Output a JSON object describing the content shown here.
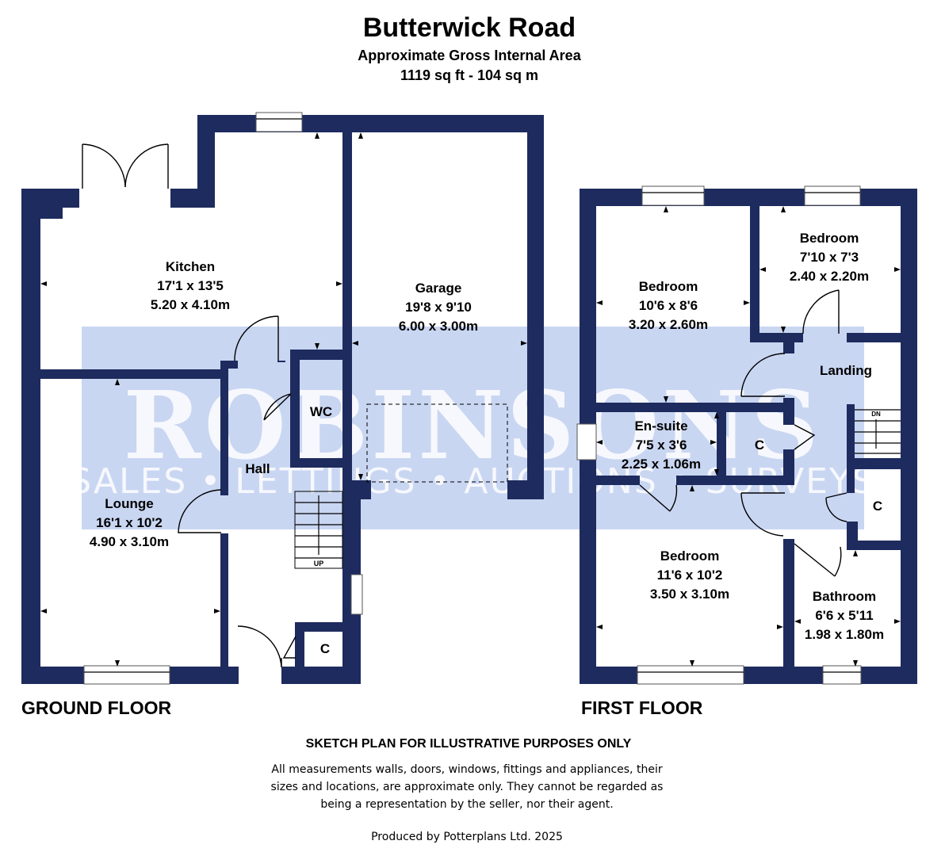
{
  "header": {
    "title": "Butterwick Road",
    "subtitle": "Approximate Gross Internal Area",
    "area": "1119 sq ft - 104 sq m"
  },
  "watermark": {
    "brand": "ROBINSONS",
    "tagline": "SALES • LETTINGS • AUCTIONS • SURVEYS",
    "color": "#c9d6f2"
  },
  "colors": {
    "walls": "#1e2b5e"
  },
  "ground_floor": {
    "label": "GROUND FLOOR",
    "kitchen": {
      "name": "Kitchen",
      "imperial": "17'1 x 13'5",
      "metric": "5.20 x 4.10m"
    },
    "garage": {
      "name": "Garage",
      "imperial": "19'8 x 9'10",
      "metric": "6.00 x 3.00m"
    },
    "lounge": {
      "name": "Lounge",
      "imperial": "16'1 x 10'2",
      "metric": "4.90 x 3.10m"
    },
    "wc": "WC",
    "hall": "Hall",
    "cupboard": "C",
    "stairs": "UP"
  },
  "first_floor": {
    "label": "FIRST FLOOR",
    "bedroom1": {
      "name": "Bedroom",
      "imperial": "10'6 x 8'6",
      "metric": "3.20 x 2.60m"
    },
    "bedroom2": {
      "name": "Bedroom",
      "imperial": "7'10 x 7'3",
      "metric": "2.40 x 2.20m"
    },
    "bedroom3": {
      "name": "Bedroom",
      "imperial": "11'6 x 10'2",
      "metric": "3.50 x 3.10m"
    },
    "ensuite": {
      "name": "En-suite",
      "imperial": "7'5 x 3'6",
      "metric": "2.25 x 1.06m"
    },
    "bathroom": {
      "name": "Bathroom",
      "imperial": "6'6 x 5'11",
      "metric": "1.98 x 1.80m"
    },
    "landing": "Landing",
    "cupboard1": "C",
    "cupboard2": "C",
    "stairs": "DN"
  },
  "footer": {
    "disclaimer_title": "SKETCH PLAN FOR ILLUSTRATIVE PURPOSES ONLY",
    "disclaimer_line1": "All measurements walls, doors, windows, fittings and appliances, their",
    "disclaimer_line2": "sizes and locations, are approximate only. They cannot be regarded as",
    "disclaimer_line3": "being a representation by the seller, nor their agent.",
    "producer": "Produced by Potterplans Ltd. 2025"
  }
}
